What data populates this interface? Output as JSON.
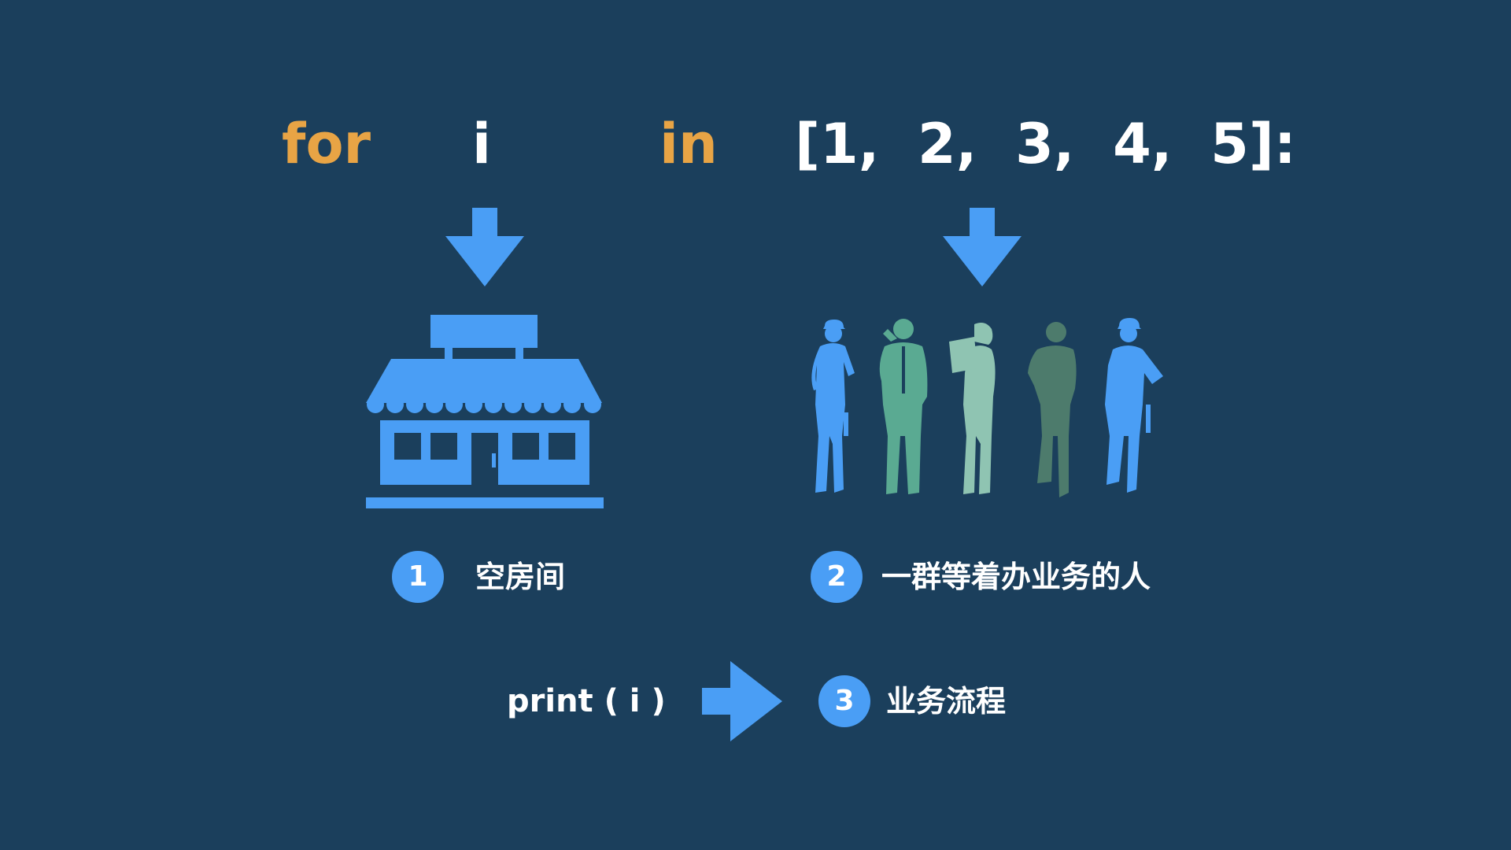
{
  "code": {
    "keyword_for": "for",
    "var_i": "i",
    "keyword_in": "in",
    "sequence": "[1,  2,  3,  4,  5]:"
  },
  "steps": [
    {
      "number": "1",
      "label": "空房间",
      "icon": "shop-icon"
    },
    {
      "number": "2",
      "label": "一群等着办业务的人",
      "icon": "people-group-icon"
    },
    {
      "number": "3",
      "label": "业务流程"
    }
  ],
  "body_code": "print ( i )",
  "colors": {
    "background": "#1b3f5c",
    "keyword": "#e8a445",
    "accent": "#4a9ef5",
    "text": "#ffffff",
    "people": [
      "#4a9ef5",
      "#5aaa92",
      "#8fc4b2",
      "#4d7b6c",
      "#4a9ef5"
    ]
  }
}
